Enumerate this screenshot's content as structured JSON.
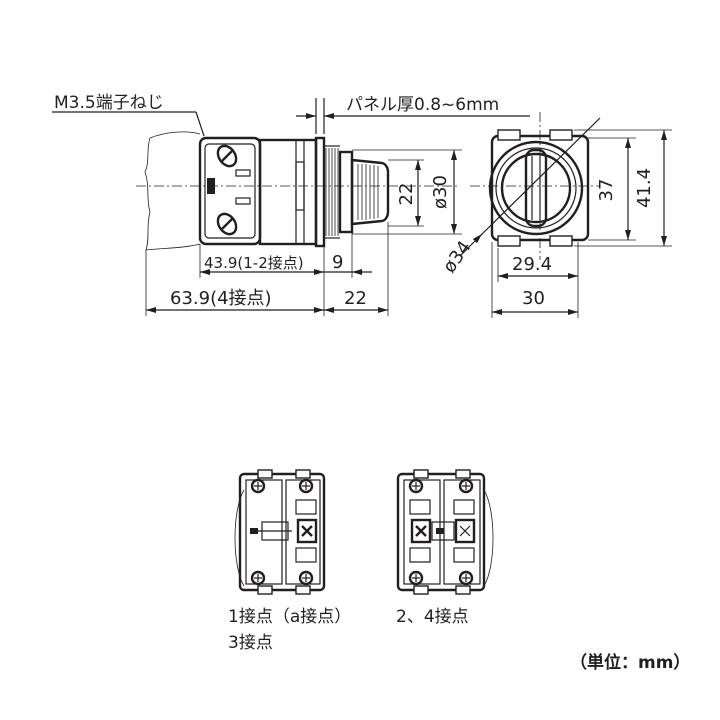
{
  "side_view": {
    "terminal_screw_label": "M3.5端子ねじ",
    "panel_thickness_label": "パネル厚0.8~6mm",
    "dims": {
      "len_1_2_contact": "43.9(1-2接点)",
      "bezel_9": "9",
      "len_4_contact": "63.9(4接点)",
      "knob_22": "22",
      "knob_dia_22": "22",
      "bezel_dia_30": "ø30"
    }
  },
  "front_view": {
    "dims": {
      "dia_34": "ø34",
      "h_37": "37",
      "h_41_4": "41.4",
      "w_29_4": "29.4",
      "w_30": "30"
    }
  },
  "rear_views": {
    "left_caption_line1": "1接点（a接点）",
    "left_caption_line2": "3接点",
    "right_caption": "2、4接点"
  },
  "unit_note": "（単位：mm）"
}
